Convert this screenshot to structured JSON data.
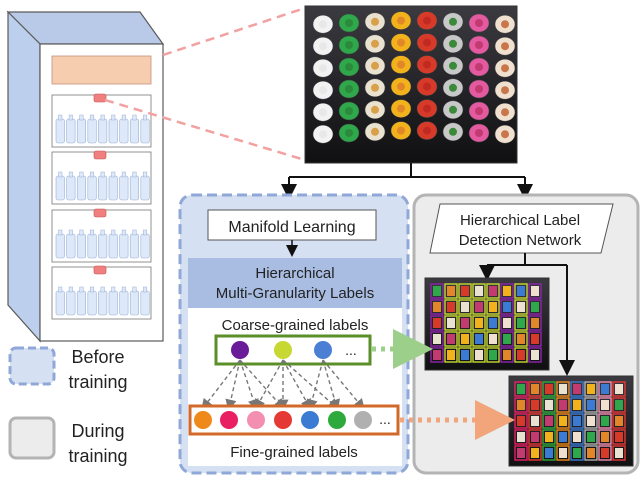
{
  "before_region": {
    "manifold_label": "Manifold Learning",
    "hier_title_line1": "Hierarchical",
    "hier_title_line2": "Multi-Granularity Labels",
    "coarse_label": "Coarse-grained labels",
    "fine_label": "Fine-grained labels",
    "coarse_ellipsis": "...",
    "fine_ellipsis": "..."
  },
  "during_region": {
    "network_line1": "Hierarchical Label",
    "network_line2": "Detection Network"
  },
  "legend": {
    "before_line1": "Before",
    "before_line2": "training",
    "during_line1": "During",
    "during_line2": "training"
  },
  "coarse_dot_colors": [
    "#6a1b9a",
    "#c6d831",
    "#4a7fd4"
  ],
  "fine_dot_colors": [
    "#ef8a1a",
    "#e91e63",
    "#f48fb1",
    "#e53935",
    "#3b7bd4",
    "#2eaa3c",
    "#b0b0b0"
  ],
  "colors": {
    "before_fill": "#d6e0f3",
    "before_border": "#8fa8d8",
    "during_fill": "#ececec",
    "during_border": "#b4b4b4",
    "coarse_box": "#5a8f2a",
    "fine_box": "#d0692a",
    "coarse_arrow": "#9cd08a",
    "fine_arrow": "#f2a57a",
    "zoom_lines": "#f2a0a0"
  },
  "icons": [
    "fridge-icon",
    "drink-shelf-photo",
    "detection-result-photo"
  ]
}
